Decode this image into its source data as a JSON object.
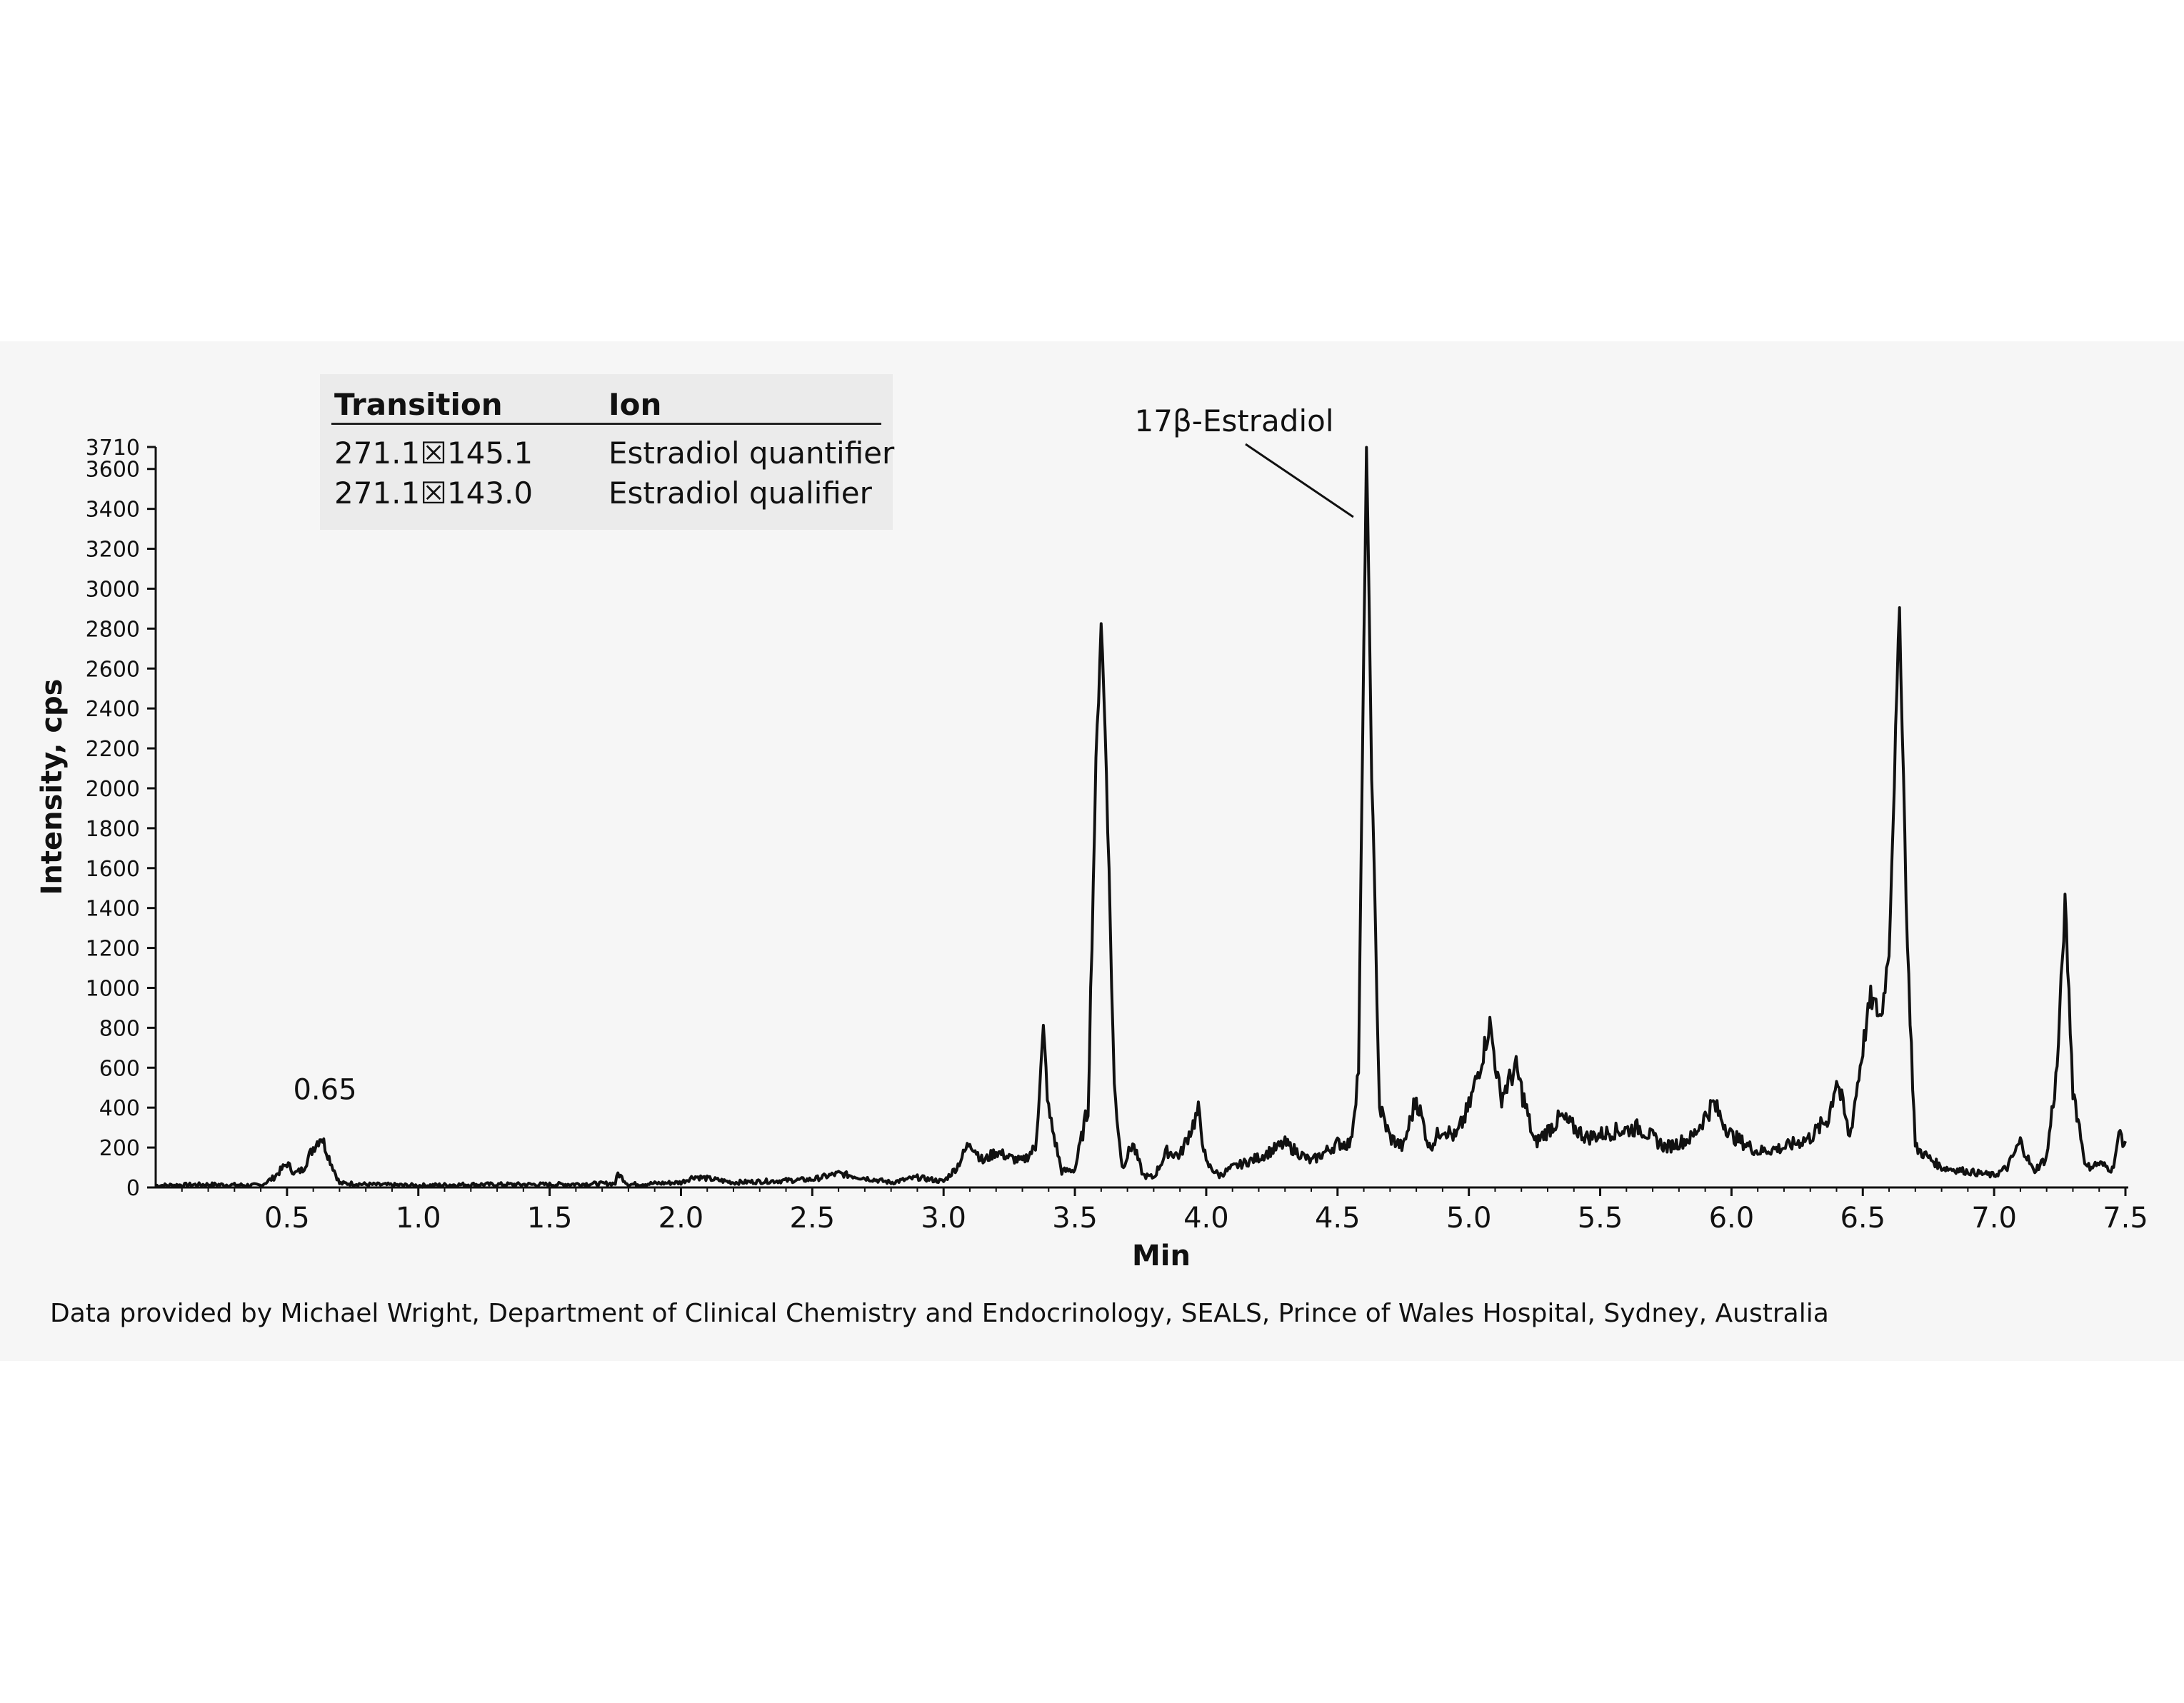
{
  "figure": {
    "caption": "Data provided by Michael Wright, Department of Clinical Chemistry and Endocrinology, SEALS, Prince of Wales Hospital, Sydney, Australia"
  },
  "legend_table": {
    "headers": [
      "Transition",
      "Ion"
    ],
    "rows": [
      {
        "transition": "271.1☒145.1",
        "ion": "Estradiol quantifier"
      },
      {
        "transition": "271.1☒143.0",
        "ion": "Estradiol qualifier"
      }
    ]
  },
  "chart_data": {
    "type": "line",
    "title": "",
    "xlabel": "Min",
    "ylabel": "Intensity, cps",
    "xlim": [
      0,
      7.5
    ],
    "ylim": [
      0,
      3710
    ],
    "x_ticks": [
      "0.5",
      "1.0",
      "1.5",
      "2.0",
      "2.5",
      "3.0",
      "3.5",
      "4.0",
      "4.5",
      "5.0",
      "5.5",
      "6.0",
      "6.5",
      "7.0",
      "7.5"
    ],
    "y_ticks": [
      "0",
      "200",
      "400",
      "600",
      "800",
      "1000",
      "1200",
      "1400",
      "1600",
      "1800",
      "2000",
      "2200",
      "2400",
      "2600",
      "2800",
      "3000",
      "3200",
      "3400",
      "3600",
      "3710"
    ],
    "grid": false,
    "line_color": "#111111",
    "annotations": [
      {
        "text": "0.65",
        "x": 0.65,
        "y": 270
      },
      {
        "text": "17β-Estradiol",
        "x": 4.62,
        "y": 3710
      }
    ],
    "series": [
      {
        "x": [
          0.0,
          0.2,
          0.4,
          0.45,
          0.5,
          0.53,
          0.56,
          0.6,
          0.63,
          0.66,
          0.7,
          0.75,
          0.8,
          1.0,
          1.2,
          1.5,
          1.75,
          1.76,
          1.8,
          2.0,
          2.05,
          2.2,
          2.5,
          2.6,
          2.8,
          2.9,
          3.0,
          3.05,
          3.1,
          3.15,
          3.2,
          3.25,
          3.3,
          3.35,
          3.38,
          3.4,
          3.45,
          3.5,
          3.55,
          3.58,
          3.6,
          3.62,
          3.65,
          3.68,
          3.72,
          3.76,
          3.8,
          3.85,
          3.9,
          3.97,
          4.0,
          4.05,
          4.1,
          4.2,
          4.3,
          4.4,
          4.5,
          4.55,
          4.58,
          4.61,
          4.63,
          4.66,
          4.7,
          4.75,
          4.8,
          4.85,
          4.9,
          4.95,
          5.0,
          5.05,
          5.08,
          5.12,
          5.18,
          5.25,
          5.35,
          5.45,
          5.55,
          5.65,
          5.75,
          5.85,
          5.93,
          6.0,
          6.1,
          6.2,
          6.3,
          6.37,
          6.4,
          6.45,
          6.5,
          6.53,
          6.57,
          6.6,
          6.64,
          6.67,
          6.7,
          6.75,
          6.8,
          6.9,
          7.0,
          7.05,
          7.1,
          7.15,
          7.2,
          7.24,
          7.27,
          7.3,
          7.35,
          7.4,
          7.45,
          7.48,
          7.5
        ],
        "y": [
          10,
          15,
          10,
          50,
          120,
          70,
          90,
          200,
          260,
          150,
          20,
          20,
          15,
          10,
          15,
          15,
          20,
          70,
          15,
          25,
          55,
          25,
          40,
          70,
          25,
          50,
          30,
          100,
          230,
          130,
          180,
          150,
          130,
          200,
          780,
          380,
          80,
          90,
          400,
          2100,
          2850,
          2100,
          500,
          100,
          220,
          60,
          50,
          180,
          160,
          380,
          120,
          60,
          100,
          150,
          220,
          130,
          220,
          220,
          600,
          3710,
          2100,
          400,
          250,
          200,
          450,
          200,
          300,
          250,
          400,
          650,
          820,
          450,
          600,
          220,
          350,
          250,
          280,
          300,
          200,
          250,
          420,
          260,
          180,
          200,
          250,
          350,
          550,
          250,
          700,
          950,
          850,
          1200,
          2900,
          1200,
          200,
          150,
          100,
          80,
          60,
          100,
          230,
          80,
          150,
          600,
          1420,
          500,
          100,
          120,
          90,
          280,
          200
        ]
      }
    ]
  }
}
